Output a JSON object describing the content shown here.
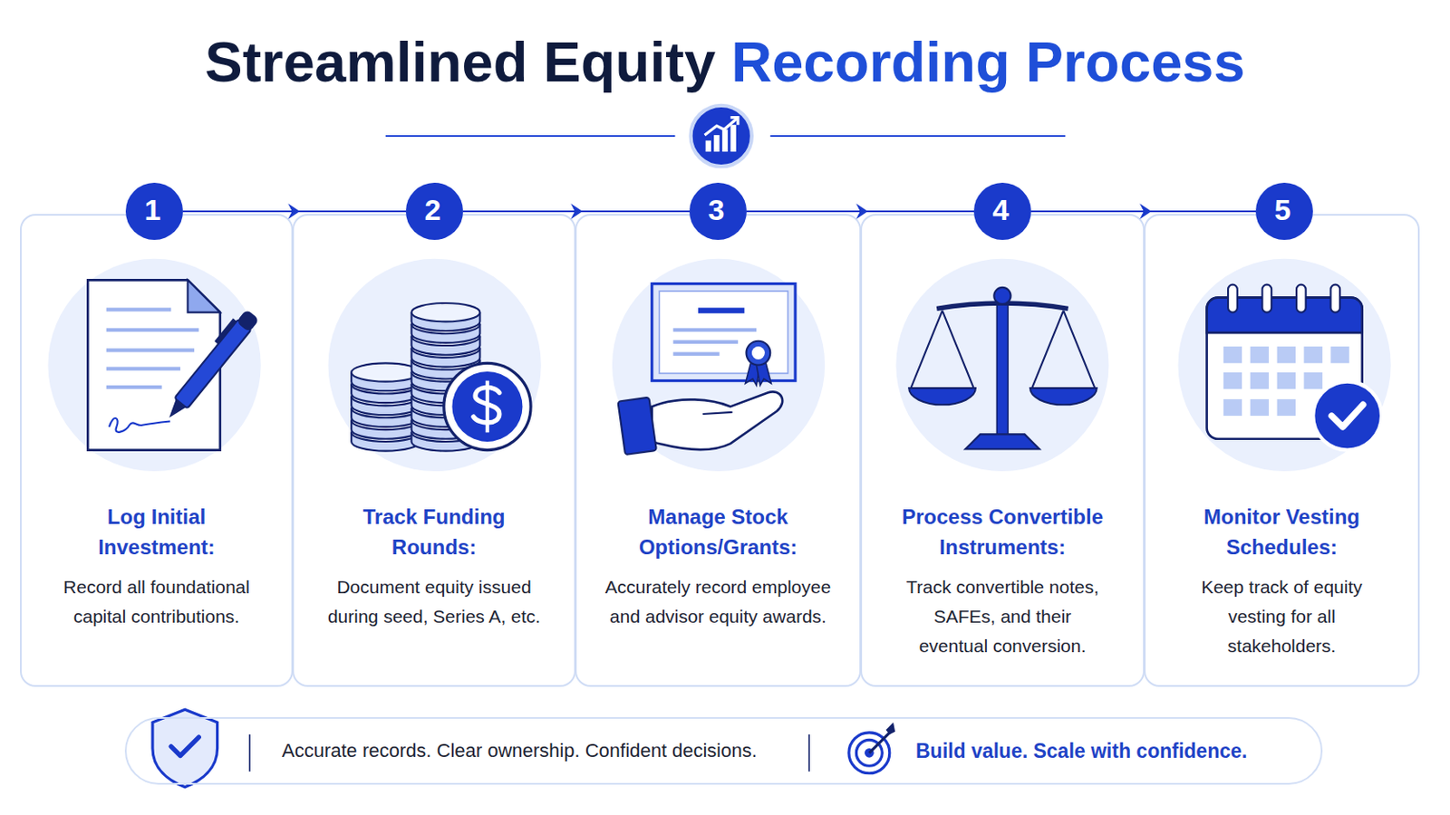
{
  "diagram": {
    "title": "Streamlined Equity Recording Process",
    "nodes": [
      {
        "text": [
          "1"
        ]
      },
      {
        "text": [
          "2"
        ]
      },
      {
        "text": [
          "3"
        ]
      },
      {
        "text": [
          "4"
        ]
      },
      {
        "text": [
          "5"
        ]
      },
      {
        "text": [
          "Log Initial Investment:",
          "Record all foundational capital contributions."
        ]
      },
      {
        "text": [
          "Track Funding Rounds:",
          "Document equity issued during seed, Series A, etc."
        ]
      },
      {
        "text": [
          "Manage Stock Options/Grants:",
          "Accurately record employee and advisor equity awards."
        ]
      },
      {
        "text": [
          "Process Convertible Instruments:",
          "Track convertible notes, SAFEs, and their eventual conversion."
        ]
      },
      {
        "text": [
          "Monitor Vesting Schedules:",
          "Keep track of equity vesting for all stakeholders."
        ]
      },
      {
        "text": [
          "Accurate records. Clear ownership. Confident decisions.",
          "Build value. Scale with confidence."
        ]
      }
    ],
    "edges": [
      {
        "from": 0,
        "to": 1,
        "arrow": "to"
      },
      {
        "from": 1,
        "to": 2,
        "arrow": "to"
      },
      {
        "from": 2,
        "to": 3,
        "arrow": "to"
      },
      {
        "from": 3,
        "to": 4,
        "arrow": "to"
      }
    ]
  }
}
